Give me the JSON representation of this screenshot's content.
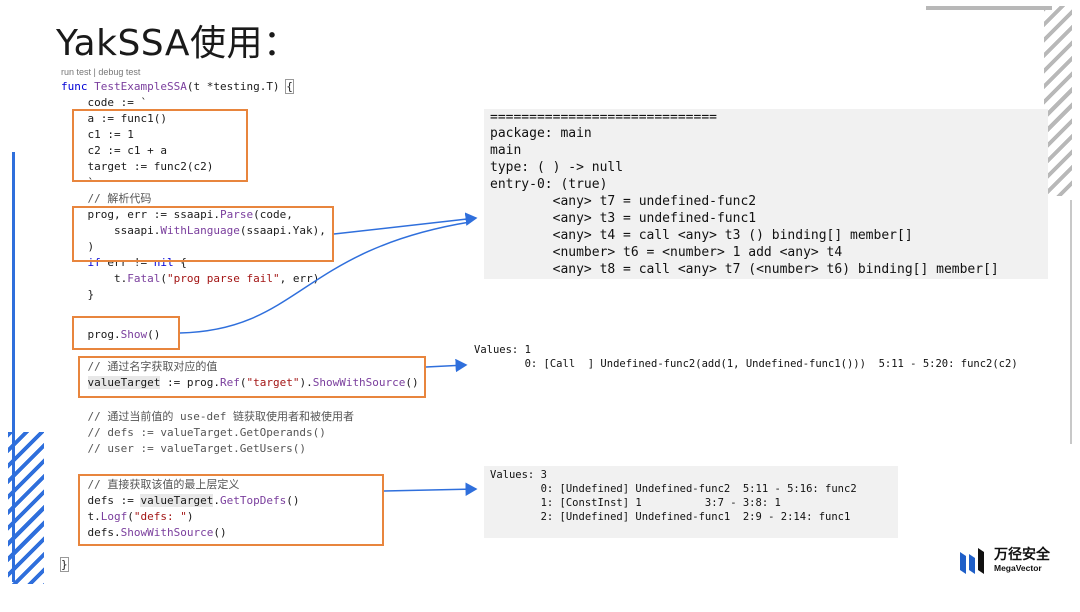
{
  "slide": {
    "title": "YakSSA使用：",
    "codelens": "run test | debug test"
  },
  "code": {
    "lines": [
      "func TestExampleSSA(t *testing.T) {",
      "    code := `",
      "    a := func1()",
      "    c1 := 1",
      "    c2 := c1 + a",
      "    target := func2(c2)",
      "    `",
      "    // 解析代码",
      "    prog, err := ssaapi.Parse(code,",
      "        ssaapi.WithLanguage(ssaapi.Yak),",
      "    )",
      "    if err != nil {",
      "        t.Fatal(\"prog parse fail\", err)",
      "    }",
      "",
      "    prog.Show()",
      "",
      "    // 通过名字获取对应的值",
      "    valueTarget := prog.Ref(\"target\").ShowWithSource()",
      "",
      "    // 通过当前值的 use-def 链获取使用者和被使用者",
      "    // defs := valueTarget.GetOperands()",
      "    // user := valueTarget.GetUsers()",
      "",
      "    // 直接获取该值的最上层定义",
      "    defs := valueTarget.GetTopDefs()",
      "    t.Logf(\"defs: \")",
      "    defs.ShowWithSource()",
      "",
      "}"
    ]
  },
  "outputs": {
    "show": [
      "=============================",
      "package: main",
      "main",
      "type: ( ) -> null",
      "entry-0: (true)",
      "        <any> t7 = undefined-func2",
      "        <any> t3 = undefined-func1",
      "        <any> t4 = call <any> t3 () binding[] member[]",
      "        <number> t6 = <number> 1 add <any> t4",
      "        <any> t8 = call <any> t7 (<number> t6) binding[] member[]"
    ],
    "ref": [
      "Values: 1",
      "        0: [Call  ] Undefined-func2(add(1, Undefined-func1()))  5:11 - 5:20: func2(c2)"
    ],
    "topdefs": [
      "Values: 3",
      "        0: [Undefined] Undefined-func2  5:11 - 5:16: func2",
      "        1: [ConstInst] 1          3:7 - 3:8: 1",
      "        2: [Undefined] Undefined-func1  2:9 - 2:14: func1"
    ]
  },
  "brand": {
    "name_cn": "万径安全",
    "name_en": "MegaVector"
  },
  "colors": {
    "accent_orange": "#e8853d",
    "accent_blue": "#2f6fdc"
  }
}
